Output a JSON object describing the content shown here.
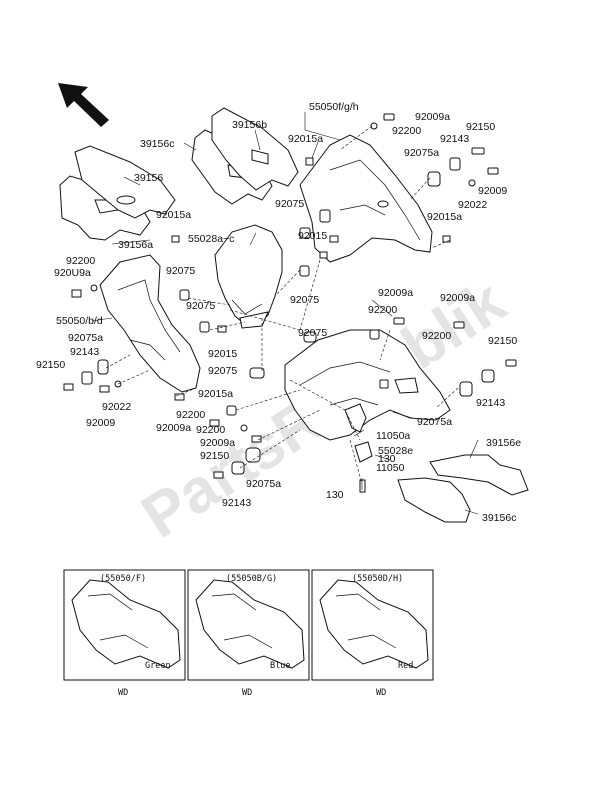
{
  "watermark": "PartsRepublik",
  "labels": {
    "p55050fgh": "55050f/g/h",
    "p92009a_1": "92009a",
    "p92200_1": "92200",
    "p92150_1": "92150",
    "p39156b": "39156b",
    "p92015a_1": "92015a",
    "p92143_1": "92143",
    "p39156c_1": "39156c",
    "p92075a_1": "92075a",
    "p39156": "39156",
    "p92009_1": "92009",
    "p92022_1": "92022",
    "p92015a_2": "92015a",
    "p92075_1": "92075",
    "p92015a_3": "92015a",
    "p55028ac": "55028a~c",
    "p92015_1": "92015",
    "p39156a": "39156a",
    "p92200_2": "92200",
    "p92009a_2": "920U9a",
    "p92075_2": "92075",
    "p92075_3": "92075",
    "p55050bd": "55050/b/d",
    "p92075_4": "92075",
    "p92009a_3": "92009a",
    "p92009a_4": "92009a",
    "p92200_3": "92200",
    "p92075a_2": "92075a",
    "p92075_5": "92075",
    "p92143_2": "92143",
    "p92200_4": "92200",
    "p92150_2": "92150",
    "p92015_2": "92015",
    "p92150_3": "92150",
    "p92022_2": "92022",
    "p92075_6": "92075",
    "p92015a_4": "92015a",
    "p92009_2": "92009",
    "p92143_3": "92143",
    "p92200_5": "92200",
    "p92075a_3": "92075a",
    "p92009a_5": "92009a",
    "p92200_6": "92200",
    "p11050a": "11050a",
    "p92009a_6": "92009a",
    "p55028e": "55028e",
    "p130_1": "130",
    "p39156e": "39156e",
    "p92150_4": "92150",
    "p92075a_4": "92075a",
    "p11050": "11050",
    "p92143_4": "92143",
    "p130_2": "130",
    "p39156c_2": "39156c"
  },
  "insets": [
    {
      "code": "(55050/F)",
      "color": "Green",
      "mark": "WD"
    },
    {
      "code": "(55050B/G)",
      "color": "Blue",
      "mark": "WD"
    },
    {
      "code": "(55050D/H)",
      "color": "Red",
      "mark": "WD"
    }
  ]
}
